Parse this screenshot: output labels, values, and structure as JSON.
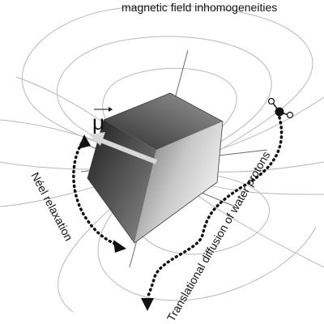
{
  "labels": {
    "top": "magnetic field inhomogeneities",
    "vector": "μ",
    "neel": "Néel relaxation",
    "translational": "Translational diffusion of water protons"
  },
  "icons": {
    "water_molecule": "water-molecule-icon",
    "neel_arrow": "dotted-curved-arrow-icon",
    "diffusion_arrow": "dotted-curved-arrow-icon"
  },
  "colors": {
    "field_line": "#b8b8b8",
    "dotted_path": "#111111",
    "cube_dark": "#2a2a2a",
    "cube_light": "#eeeeee",
    "moment_arrow": "#d8d8d8"
  }
}
